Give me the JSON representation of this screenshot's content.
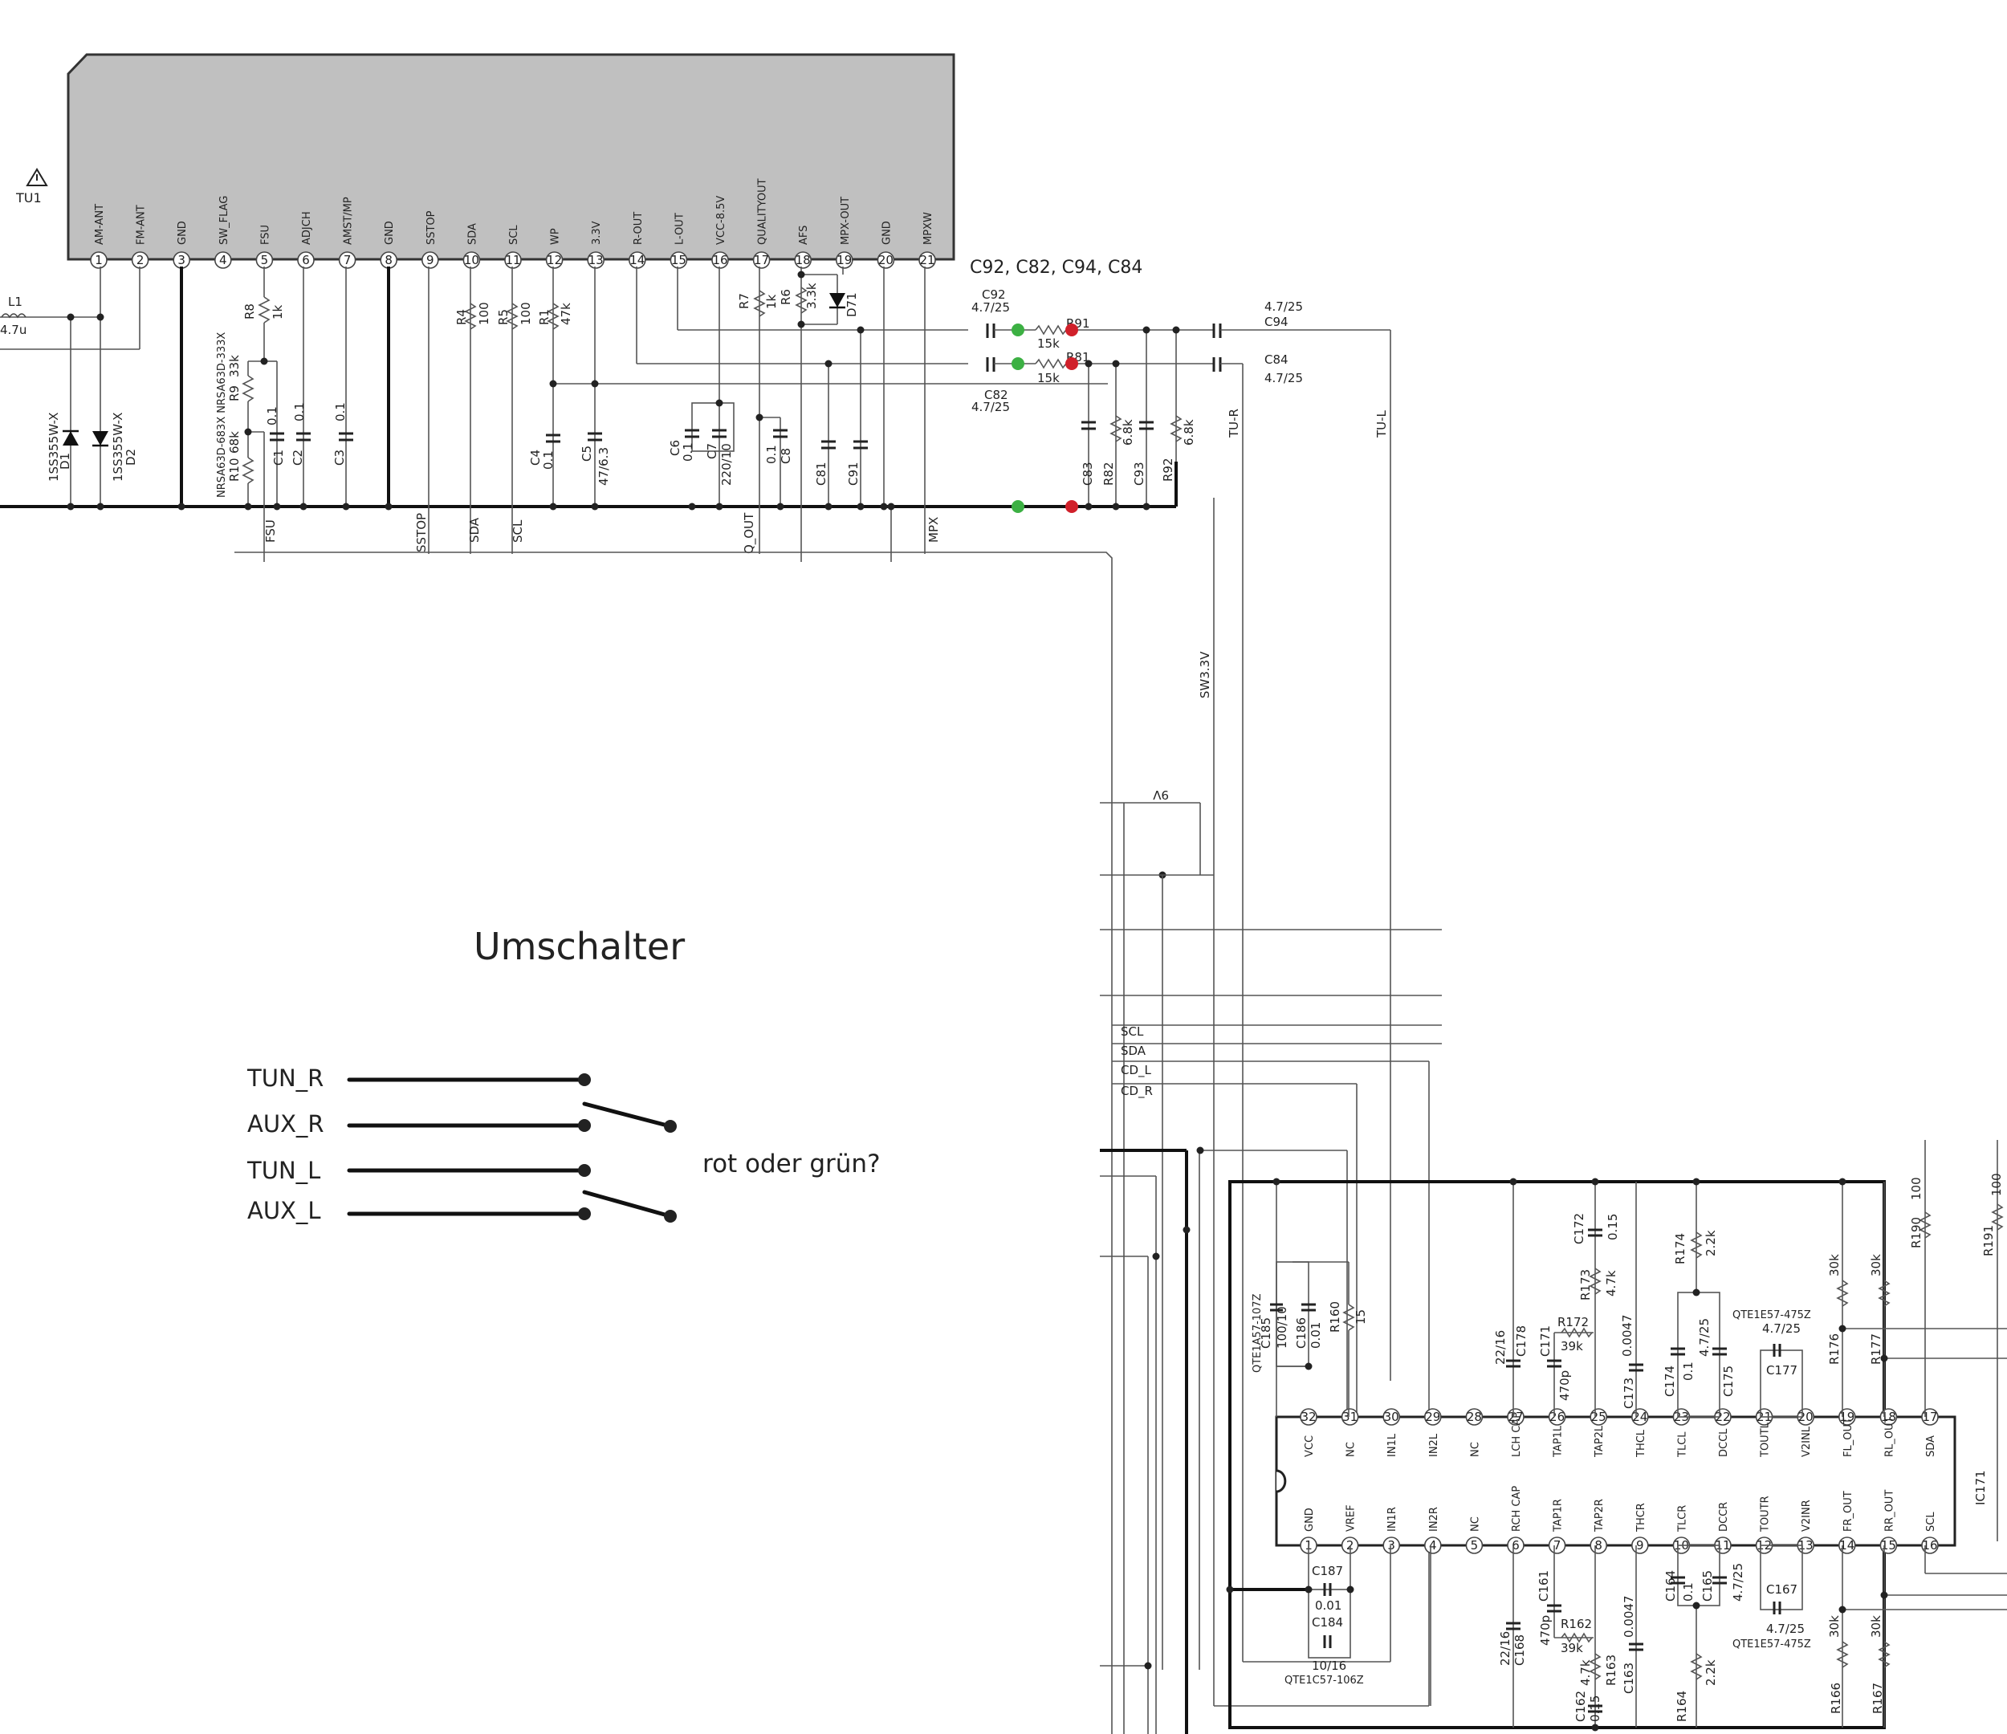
{
  "tuner": {
    "ref": "TU1",
    "pins": [
      {
        "n": "1",
        "label": "AM-ANT"
      },
      {
        "n": "2",
        "label": "FM-ANT"
      },
      {
        "n": "3",
        "label": "GND"
      },
      {
        "n": "4",
        "label": "SW_FLAG"
      },
      {
        "n": "5",
        "label": "FSU"
      },
      {
        "n": "6",
        "label": "ADJCH"
      },
      {
        "n": "7",
        "label": "AMST/MP"
      },
      {
        "n": "8",
        "label": "GND"
      },
      {
        "n": "9",
        "label": "SSTOP"
      },
      {
        "n": "10",
        "label": "SDA"
      },
      {
        "n": "11",
        "label": "SCL"
      },
      {
        "n": "12",
        "label": "WP"
      },
      {
        "n": "13",
        "label": "3.3V"
      },
      {
        "n": "14",
        "label": "R-OUT"
      },
      {
        "n": "15",
        "label": "L-OUT"
      },
      {
        "n": "16",
        "label": "VCC-8.5V"
      },
      {
        "n": "17",
        "label": "QUALITYOUT"
      },
      {
        "n": "18",
        "label": "AFS"
      },
      {
        "n": "19",
        "label": "MPX-OUT"
      },
      {
        "n": "20",
        "label": "GND"
      },
      {
        "n": "21",
        "label": "MPXW"
      }
    ]
  },
  "question_parts": "C92, C82, C94, C84",
  "components": {
    "l1": "L1",
    "l1_val": "4.7u",
    "d1": "D1",
    "d1_part": "1SS355W-X",
    "d2": "D2",
    "d2_part": "1SS355W-X",
    "r8": "R8",
    "r8_val": "1k",
    "r9": "R9",
    "r9_val": "33k",
    "r10": "R10",
    "r10_val": "68k",
    "r_nrs": "NRSA63D-683X NRSA63D-333X",
    "c1": "C1",
    "c2": "C2",
    "c3": "C3",
    "c_val_01": "0.1",
    "r4": "R4",
    "r4_val": "100",
    "r5": "R5",
    "r5_val": "100",
    "r1": "R1",
    "r1_val": "47k",
    "c4": "C4",
    "c4_val": "0.1",
    "c5": "C5",
    "c5_val": "47/6.3",
    "c6": "C6",
    "c6_val": "0.1",
    "c7": "C7",
    "c7_val": "220/10",
    "r7": "R7",
    "r7_val": "1k",
    "r6": "R6",
    "r6_val": "3.3k",
    "d71": "D71",
    "c8": "C8",
    "c8_val": "0.1",
    "c81": "C81",
    "c91": "C91",
    "c92": "C92",
    "c92_val": "4.7/25",
    "c82": "C82",
    "c82_val": "4.7/25",
    "r91": "R91",
    "r91_val": "15k",
    "r81": "R81",
    "r81_val": "15k",
    "c94": "C94",
    "c94_val": "4.7/25",
    "c84": "C84",
    "c84_val": "4.7/25",
    "c83": "C83",
    "r82": "R82",
    "r82_val": "6.8k",
    "c93": "C93",
    "r92": "R92",
    "r92_val": "6.8k",
    "tu_r": "TU-R",
    "tu_l": "TU-L",
    "sw33": "SW3.3V",
    "v9": "9V",
    "fsu": "FSU",
    "sstop": "SSTOP",
    "sda": "SDA",
    "scl": "SCL",
    "qout": "Q_OUT",
    "mpx": "MPX"
  },
  "buses": {
    "scl": "SCL",
    "sda": "SDA",
    "cd_l": "CD_L",
    "cd_r": "CD_R"
  },
  "ic171": {
    "ref": "IC171",
    "top_pins": [
      {
        "n": "32",
        "label": "VCC"
      },
      {
        "n": "31",
        "label": "NC"
      },
      {
        "n": "30",
        "label": "IN1L"
      },
      {
        "n": "29",
        "label": "IN2L"
      },
      {
        "n": "28",
        "label": "NC"
      },
      {
        "n": "27",
        "label": "LCH CAP"
      },
      {
        "n": "26",
        "label": "TAP1L"
      },
      {
        "n": "25",
        "label": "TAP2L"
      },
      {
        "n": "24",
        "label": "THCL"
      },
      {
        "n": "23",
        "label": "TLCL"
      },
      {
        "n": "22",
        "label": "DCCL"
      },
      {
        "n": "21",
        "label": "TOUTL"
      },
      {
        "n": "20",
        "label": "V2INL"
      },
      {
        "n": "19",
        "label": "FL_OUT"
      },
      {
        "n": "18",
        "label": "RL_OUT"
      },
      {
        "n": "17",
        "label": "SDA"
      }
    ],
    "bottom_pins": [
      {
        "n": "1",
        "label": "GND"
      },
      {
        "n": "2",
        "label": "VREF"
      },
      {
        "n": "3",
        "label": "IN1R"
      },
      {
        "n": "4",
        "label": "IN2R"
      },
      {
        "n": "5",
        "label": "NC"
      },
      {
        "n": "6",
        "label": "RCH CAP"
      },
      {
        "n": "7",
        "label": "TAP1R"
      },
      {
        "n": "8",
        "label": "TAP2R"
      },
      {
        "n": "9",
        "label": "THCR"
      },
      {
        "n": "10",
        "label": "TLCR"
      },
      {
        "n": "11",
        "label": "DCCR"
      },
      {
        "n": "12",
        "label": "TOUTR"
      },
      {
        "n": "13",
        "label": "V2INR"
      },
      {
        "n": "14",
        "label": "FR_OUT"
      },
      {
        "n": "15",
        "label": "RR_OUT"
      },
      {
        "n": "16",
        "label": "SCL"
      }
    ]
  },
  "ic_parts": {
    "c185": "C185",
    "c185_val": "100/10",
    "c185_part": "QTE1A57-107Z",
    "c186": "C186",
    "c186_val": "0.01",
    "r160": "R160",
    "r160_val": "15",
    "c178": "C178",
    "c178_val": "22/16",
    "c171": "C171",
    "c171_val": "470p",
    "r172": "R172",
    "r172_val": "39k",
    "c172": "C172",
    "c172_val": "0.15",
    "r173": "R173",
    "r173_val": "4.7k",
    "c173": "C173",
    "c173_val": "0.0047",
    "c174": "C174",
    "c174_val": "0.1",
    "c175": "C175",
    "c175_val": "4.7/25",
    "r174": "R174",
    "r174_val": "2.2k",
    "c177": "C177",
    "c177_val": "4.7/25",
    "c177_part": "QTE1E57-475Z",
    "r176": "R176",
    "r176_val": "30k",
    "r177": "R177",
    "r177_val": "30k",
    "r190": "R190",
    "r190_val": "100",
    "r191": "R191",
    "r191_val": "100",
    "c187": "C187",
    "c187_val": "0.01",
    "c184": "C184",
    "c184_val": "10/16",
    "c184_part": "QTE1C57-106Z",
    "c168": "C168",
    "c168_val": "22/16",
    "c161": "C161",
    "c161_val": "470p",
    "r162": "R162",
    "r162_val": "39k",
    "c162": "C162",
    "c162_val": "0.15",
    "r163": "R163",
    "r163_val": "4.7k",
    "c163": "C163",
    "c163_val": "0.0047",
    "c164": "C164",
    "c164_val": "0.1",
    "c165": "C165",
    "c165_val": "4.7/25",
    "r164": "R164",
    "r164_val": "2.2k",
    "c167": "C167",
    "c167_val": "4.7/25",
    "c167_part": "QTE1E57-475Z",
    "r166": "R166",
    "r166_val": "30k",
    "r167": "R167",
    "r167_val": "30k"
  },
  "annotation": {
    "title": "Umschalter",
    "labels": [
      "TUN_R",
      "AUX_R",
      "TUN_L",
      "AUX_L"
    ],
    "question": "rot oder grün?"
  },
  "markers": {
    "green": "#3cb043",
    "red": "#d0202a"
  }
}
